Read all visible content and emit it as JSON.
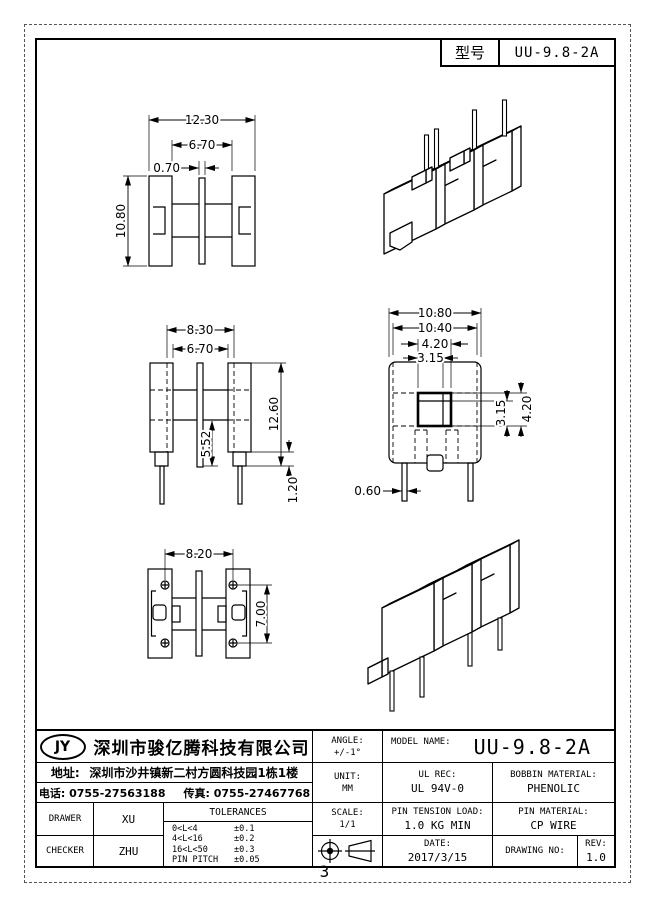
{
  "header": {
    "model_label": "型号",
    "model_value": "UU-9.8-2A"
  },
  "page_number": "3",
  "colors": {
    "line": "#000000",
    "background": "#ffffff"
  },
  "drawing": {
    "top_view": {
      "overall_width": "12.30",
      "window_width": "6.70",
      "plate_thickness": "0.70",
      "overall_depth": "10.80"
    },
    "front_view": {
      "core_width": "8.30",
      "window_width": "6.70",
      "overall_height": "12.60",
      "winding_height": "5.52",
      "base_height": "1.20"
    },
    "side_view": {
      "overall_width": "10.80",
      "flange_width": "10.40",
      "window_width": "4.20",
      "window_inner_width": "3.15",
      "window_inner_height": "3.15",
      "window_height": "4.20",
      "pin_diameter": "0.60"
    },
    "bottom_view": {
      "pin_pitch_x": "8.20",
      "pin_pitch_y": "7.00"
    }
  },
  "title_block": {
    "company": {
      "logo": "JY",
      "name": "深圳市骏亿腾科技有限公司"
    },
    "address": {
      "label": "地址:",
      "value": "深圳市沙井镇新二村方圆科技园1栋1楼"
    },
    "phone": {
      "label": "电话:",
      "value": "0755-27563188"
    },
    "fax": {
      "label": "传真:",
      "value": "0755-27467768"
    },
    "drawer": {
      "label": "DRAWER",
      "value": "XU"
    },
    "checker": {
      "label": "CHECKER",
      "value": "ZHU"
    },
    "tolerances": {
      "title": "TOLERANCES",
      "rows": [
        {
          "range": "0<L<4",
          "value": "±0.1"
        },
        {
          "range": "4<L<16",
          "value": "±0.2"
        },
        {
          "range": "16<L<50",
          "value": "±0.3"
        },
        {
          "range": "PIN PITCH",
          "value": "±0.05"
        }
      ]
    },
    "angle": {
      "label": "ANGLE:",
      "value": "+/-1°"
    },
    "model": {
      "label": "MODEL NAME:",
      "value": "UU-9.8-2A"
    },
    "unit": {
      "label": "UNIT:",
      "value": "MM"
    },
    "ul_rec": {
      "label": "UL REC:",
      "value": "UL 94V-0"
    },
    "bobbin_material": {
      "label": "BOBBIN MATERIAL:",
      "value": "PHENOLIC"
    },
    "scale": {
      "label": "SCALE:",
      "value": "1/1"
    },
    "pin_tension": {
      "label": "PIN TENSION LOAD:",
      "value": "1.0 KG MIN"
    },
    "pin_material": {
      "label": "PIN MATERIAL:",
      "value": "CP WIRE"
    },
    "date": {
      "label": "DATE:",
      "value": "2017/3/15"
    },
    "drawing_no": {
      "label": "DRAWING NO:",
      "value": ""
    },
    "rev": {
      "label": "REV:",
      "value": "1.0"
    }
  }
}
